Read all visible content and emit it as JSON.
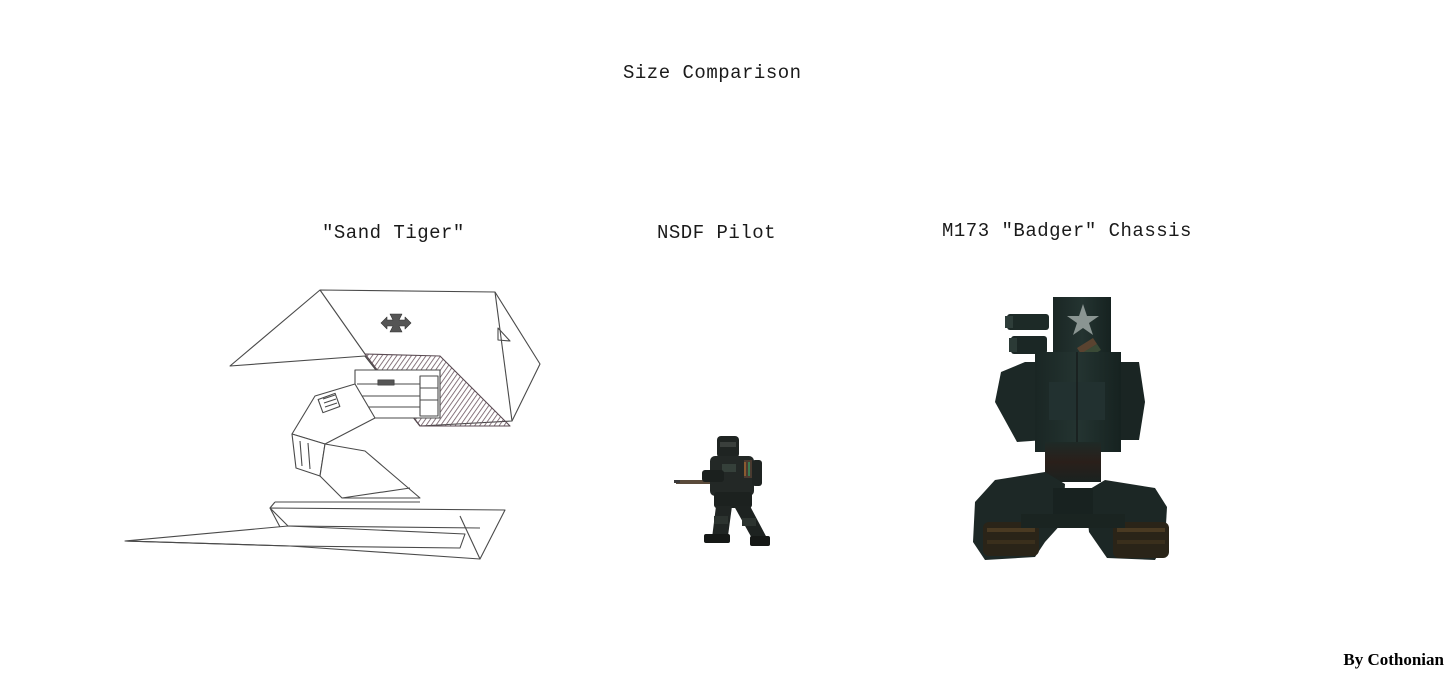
{
  "title": "Size Comparison",
  "subjects": [
    {
      "label": "\"Sand Tiger\""
    },
    {
      "label": "NSDF Pilot"
    },
    {
      "label": "M173 \"Badger\" Chassis"
    }
  ],
  "credit": "By Cothonian"
}
